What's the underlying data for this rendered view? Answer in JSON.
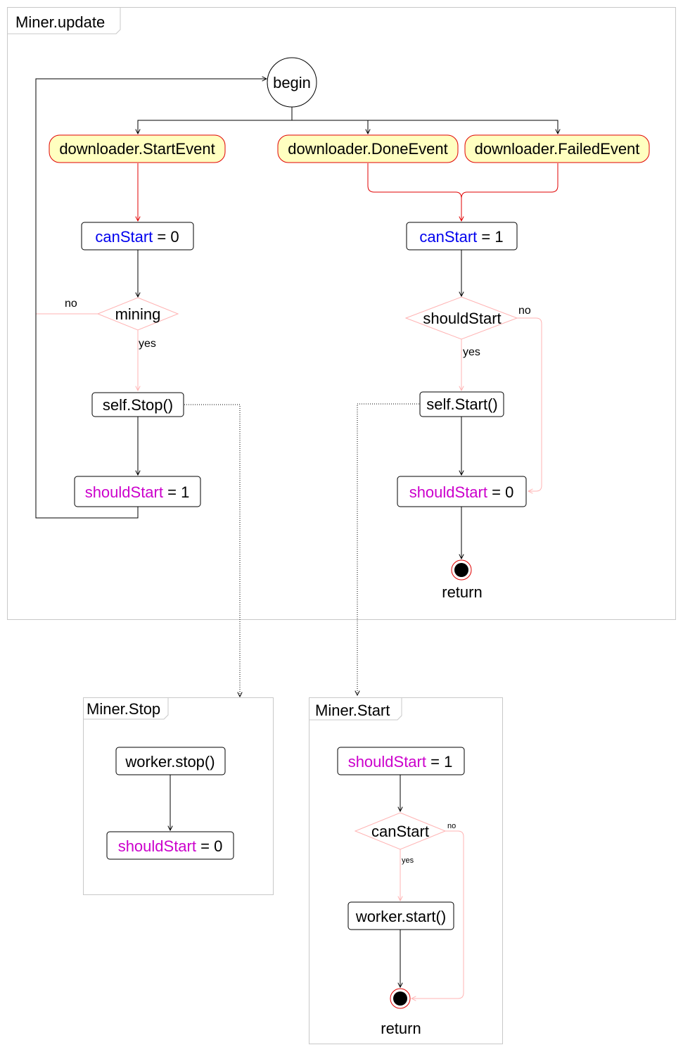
{
  "colors": {
    "can_start": "#0000ee",
    "should_start": "#cc00cc",
    "return": "#ee0000",
    "event_fill": "#ffffc0",
    "event_stroke": "#e00000",
    "decision_stroke": "#ffb3b3"
  },
  "update": {
    "title": "Miner.update",
    "begin": "begin",
    "events": {
      "start": "downloader.StartEvent",
      "done": "downloader.DoneEvent",
      "failed": "downloader.FailedEvent"
    },
    "left": {
      "assign_var": "canStart",
      "assign_rest": "= 0",
      "decision": "mining",
      "no": "no",
      "yes": "yes",
      "call": "self.Stop()",
      "set_var": "shouldStart",
      "set_rest": "= 1"
    },
    "right": {
      "assign_var": "canStart",
      "assign_rest": "= 1",
      "decision": "shouldStart",
      "no": "no",
      "yes": "yes",
      "call": "self.Start()",
      "set_var": "shouldStart",
      "set_rest": "= 0",
      "return": "return"
    }
  },
  "stop": {
    "title": "Miner.Stop",
    "call": "worker.stop()",
    "set_var": "shouldStart",
    "set_rest": "= 0"
  },
  "start": {
    "title": "Miner.Start",
    "set_var": "shouldStart",
    "set_rest": "= 1",
    "decision": "canStart",
    "no": "no",
    "yes": "yes",
    "call": "worker.start()",
    "return": "return"
  }
}
